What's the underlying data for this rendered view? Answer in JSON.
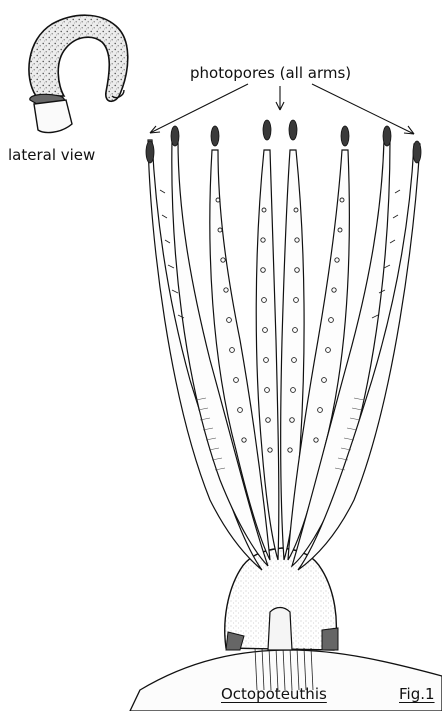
{
  "labels": {
    "photopores": "photopores (all arms)",
    "lateral_view": "lateral view",
    "genus": "Octopoteuthis",
    "figure": "Fig.1"
  }
}
